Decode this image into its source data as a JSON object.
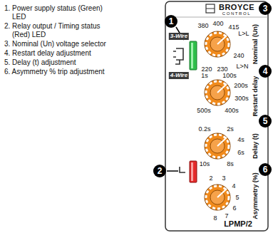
{
  "diagram": {
    "labels": [
      "1. Power supply status (Green) LED",
      "2. Relay output / Timing status (Red) LED",
      "3. Nominal (Un) voltage selector",
      "4. Restart delay adjustment",
      "5. Delay (t) adjustment",
      "6. Asymmetry % trip adjustment",
      "1",
      "2",
      "3",
      "4",
      "5",
      "6",
      "BROYCE",
      "CONTROL",
      "3-Wire",
      "4-Wire",
      "380",
      "400",
      "415",
      "L>L",
      "240",
      "L>N",
      "220",
      "230",
      "Nominal (Un)",
      "1s",
      "100s",
      "200s",
      "300s",
      "400s",
      "500s",
      "Restart delay",
      "0.2s",
      "2s",
      "4s",
      "6s",
      "8s",
      "10s",
      "Delay (t)",
      "2",
      "3",
      "4",
      "5",
      "6",
      "7",
      "8",
      "Asymmetry (%)",
      "LPMP/2"
    ]
  }
}
